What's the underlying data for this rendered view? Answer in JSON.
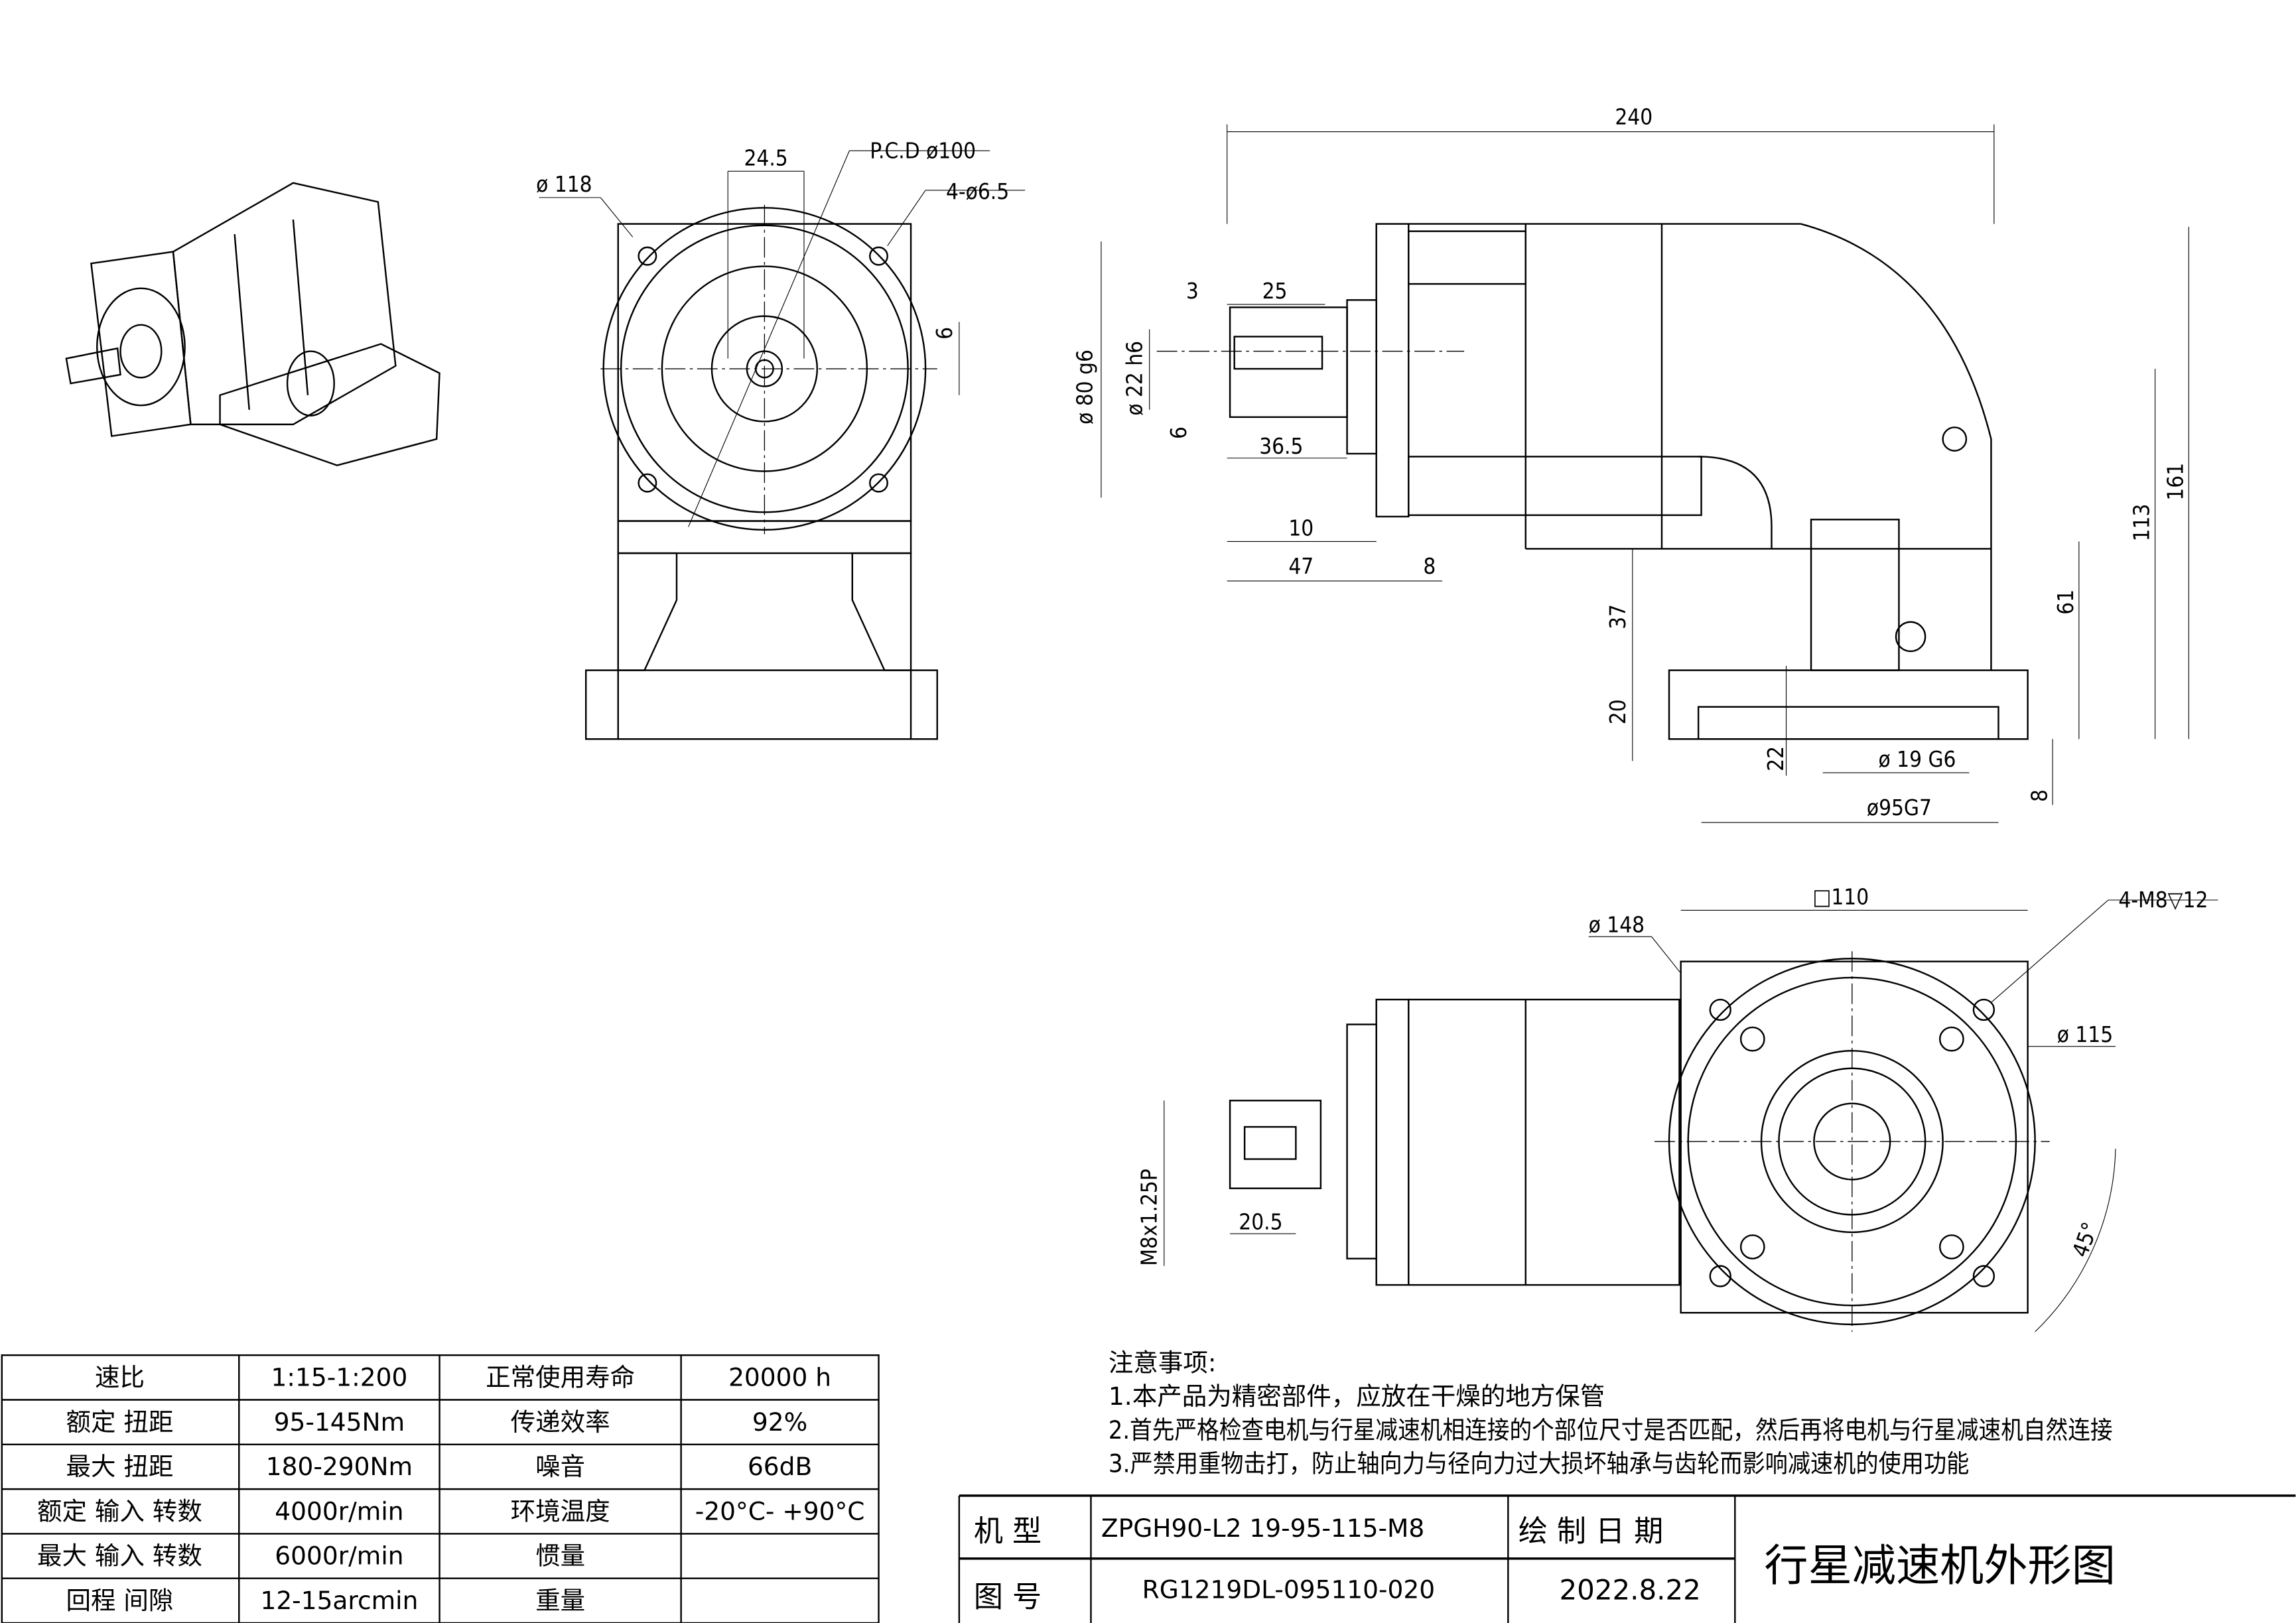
{
  "front_view": {
    "d118": "ø 118",
    "width": "24.5",
    "pcd": "P.C.D ø100",
    "holes": "4-ø6.5",
    "key": "6"
  },
  "side_view": {
    "length": "240",
    "d80": "ø 80 g6",
    "d22": "ø 22 h6",
    "k3": "3",
    "k25": "25",
    "k6": "6",
    "l365": "36.5",
    "l10": "10",
    "l47": "47",
    "l8": "8",
    "h37": "37",
    "h20": "20",
    "h22": "22",
    "d19": "ø 19 G6",
    "d95": "ø95G7",
    "h8": "8",
    "h61": "61",
    "h113": "113",
    "h161": "161"
  },
  "bottom_view": {
    "sq": "□110",
    "d148": "ø 148",
    "bolts": "4-M8▽12",
    "d115": "ø 115",
    "thread": "M8x1.25P",
    "l205": "20.5",
    "angle": "45°"
  },
  "spec_table": {
    "rows": [
      [
        "速比",
        "1:15-1:200",
        "正常使用寿命",
        "20000  h"
      ],
      [
        "额定 扭距",
        "95-145Nm",
        "传递效率",
        "92%"
      ],
      [
        "最大 扭距",
        "180-290Nm",
        "噪音",
        "66dB"
      ],
      [
        "额定 输入 转数",
        "4000r/min",
        "环境温度",
        "-20°C-  +90°C"
      ],
      [
        "最大 输入 转数",
        "6000r/min",
        "惯量",
        ""
      ],
      [
        "回程 间隙",
        "12-15arcmin",
        "重量",
        ""
      ]
    ]
  },
  "notes": {
    "title": "注意事项:",
    "items": [
      "1.本产品为精密部件，应放在干燥的地方保管",
      "2.首先严格检查电机与行星减速机相连接的个部位尺寸是否匹配，然后再将电机与行星减速机自然连接",
      "3.严禁用重物击打，防止轴向力与径向力过大损坏轴承与齿轮而影响减速机的使用功能"
    ]
  },
  "title_block": {
    "model_label": "机 型",
    "model": "ZPGH90-L2 19-95-115-M8",
    "date_label": "绘 制 日 期",
    "drawing_label": "图 号",
    "drawing_no": "RG1219DL-095110-020",
    "date": "2022.8.22",
    "title": "行星减速机外形图"
  }
}
